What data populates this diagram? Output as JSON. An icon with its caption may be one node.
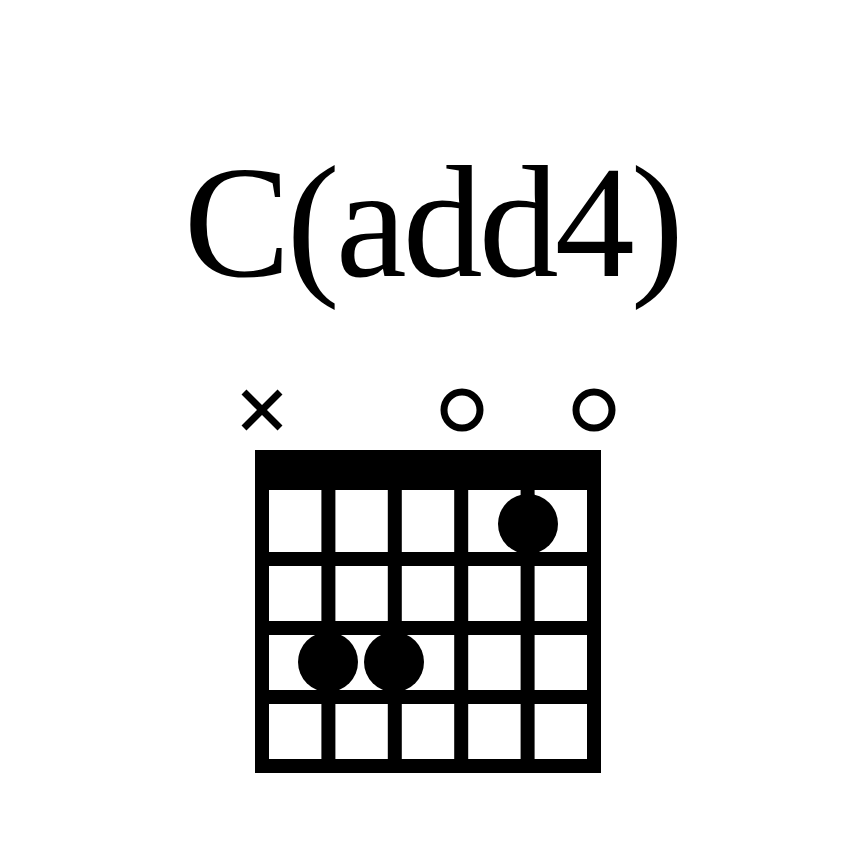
{
  "diagram": {
    "title": "C(add4)",
    "nodes": [
      {
        "text": [],
        "shape": "cross"
      },
      {
        "text": [],
        "shape": "circle"
      },
      {
        "text": [],
        "shape": "circle"
      },
      {
        "text": [],
        "shape": "circle"
      },
      {
        "text": [],
        "shape": "circle"
      },
      {
        "text": [],
        "shape": "circle"
      }
    ]
  }
}
